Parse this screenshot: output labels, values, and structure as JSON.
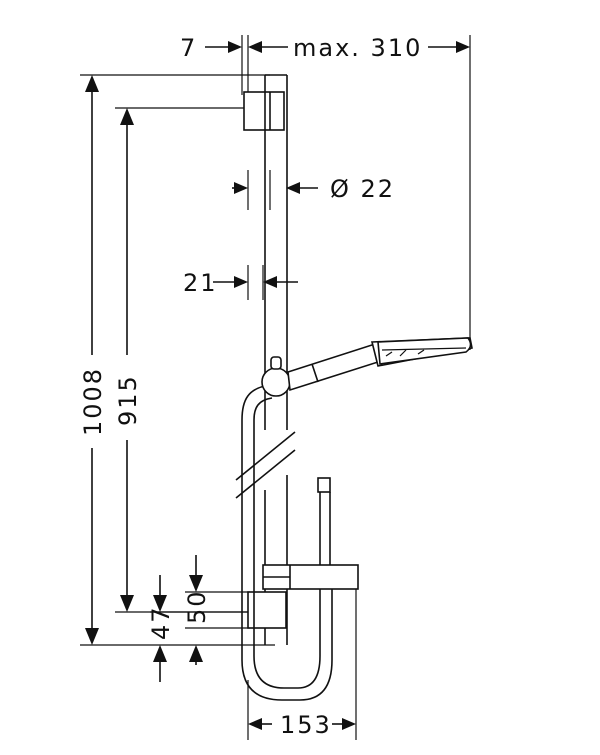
{
  "drawing": {
    "dims": {
      "top_left_offset": "7",
      "max_reach": "max. 310",
      "bar_diameter": "Ø 22",
      "wall_gap": "21",
      "total_height": "1008",
      "bar_height": "915",
      "bottom_offset_47": "47",
      "bottom_offset_50": "50",
      "base_width": "153"
    }
  }
}
